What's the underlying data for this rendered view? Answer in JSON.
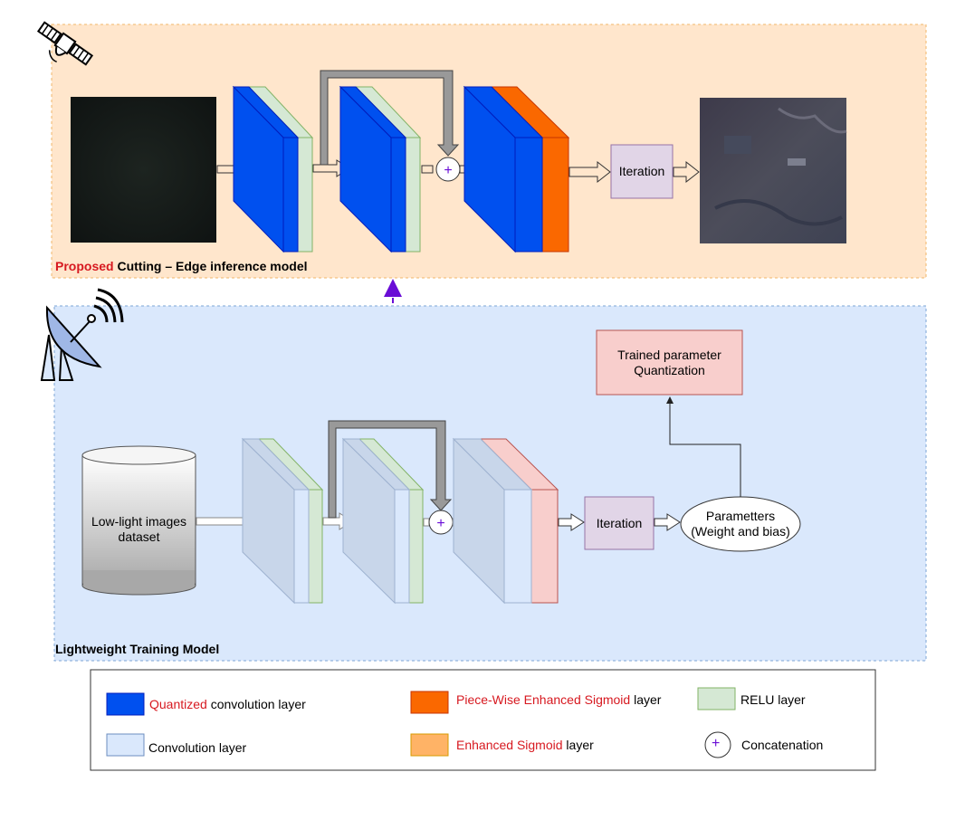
{
  "inference": {
    "title_highlight": "Proposed",
    "title_rest": " Cutting – Edge inference model",
    "iteration_label": "Iteration"
  },
  "training": {
    "title": "Lightweight Training Model",
    "dataset_label": "Low-light images\ndataset",
    "iteration_label": "Iteration",
    "params_label": "Parametters\n(Weight and bias)",
    "quant_label": "Trained parameter\nQuantization"
  },
  "legend": {
    "items": [
      {
        "highlight": "Quantized",
        "rest": " convolution layer",
        "swatch": "#0050ef"
      },
      {
        "highlight": "Piece-Wise Enhanced Sigmoid",
        "rest": " layer",
        "swatch": "#fa6800"
      },
      {
        "highlight": "",
        "rest": "RELU layer",
        "swatch": "#d5e8d4"
      },
      {
        "highlight": "",
        "rest": "Convolution layer",
        "swatch": "#dae8fc"
      },
      {
        "highlight": "Enhanced Sigmoid",
        "rest": " layer",
        "swatch": "#ffb366"
      },
      {
        "highlight": "",
        "rest": "Concatenation",
        "swatch": ""
      }
    ],
    "concat_symbol": "+"
  },
  "colors": {
    "inference_bg": "#ffe6cc",
    "training_bg": "#dae8fc",
    "quant_conv": "#0050ef",
    "pwes": "#fa6800",
    "relu": "#d5e8d4",
    "conv": "#c8d6ea",
    "sigmoid_train": "#f8cecc",
    "iteration_box": "#e1d5e7",
    "accent_purple": "#6a0dd6",
    "highlight_red": "#d71920"
  },
  "icons": {
    "satellite": "satellite-icon",
    "antenna": "satellite-dish-icon"
  }
}
